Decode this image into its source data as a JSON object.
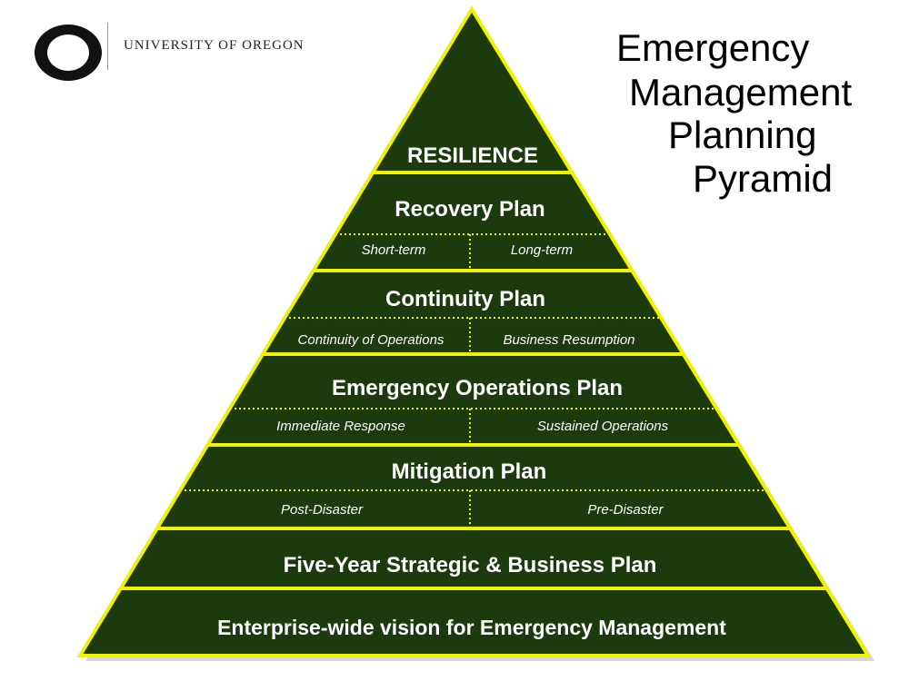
{
  "logo": {
    "text": "UNIVERSITY OF OREGON"
  },
  "title": [
    "Emergency",
    "Management",
    "Planning",
    "Pyramid"
  ],
  "pyramid": {
    "apex": "RESILIENCE",
    "recovery": {
      "label": "Recovery Plan",
      "left": "Short-term",
      "right": "Long-term"
    },
    "continuity": {
      "label": "Continuity Plan",
      "left": "Continuity of Operations",
      "right": "Business Resumption"
    },
    "eop": {
      "label": "Emergency Operations Plan",
      "left": "Immediate Response",
      "right": "Sustained Operations"
    },
    "mitigation": {
      "label": "Mitigation Plan",
      "left": "Post-Disaster",
      "right": "Pre-Disaster"
    },
    "strategic": {
      "label": "Five-Year Strategic & Business Plan"
    },
    "vision": {
      "label": "Enterprise-wide vision for Emergency Management"
    }
  },
  "colors": {
    "fill": "#1b3a0d",
    "border": "#f2f200"
  }
}
